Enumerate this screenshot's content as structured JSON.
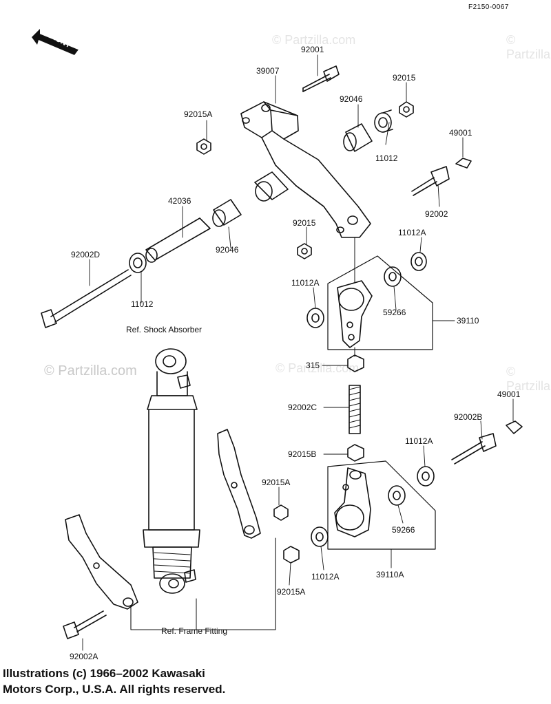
{
  "diagram": {
    "code": "F2150-0067",
    "front_label": "FRONT",
    "watermark_main": "© Partzilla.com",
    "watermark_faint": "© Partzilla.com",
    "copyright_line1": "Illustrations (c) 1966–2002 Kawasaki",
    "copyright_line2": "Motors Corp., U.S.A.  All rights reserved.",
    "refs": {
      "shock": "Ref. Shock Absorber",
      "frame": "Ref. Frame Fitting"
    },
    "labels": {
      "p92001": "92001",
      "p39007": "39007",
      "p92015_top": "92015",
      "p92015A_top": "92015A",
      "p92046_top": "92046",
      "p11012_top": "11012",
      "p49001_top": "49001",
      "p92002": "92002",
      "p42036": "42036",
      "p92015_mid": "92015",
      "p11012A_r": "11012A",
      "p92002D": "92002D",
      "p92046_mid": "92046",
      "p11012_left": "11012",
      "p11012A_l": "11012A",
      "p59266_top": "59266",
      "p39110": "39110",
      "p315": "315",
      "p92002C": "92002C",
      "p49001_low": "49001",
      "p92002B": "92002B",
      "p11012A_low": "11012A",
      "p92015B": "92015B",
      "p92015A_mid": "92015A",
      "p59266_low": "59266",
      "p11012A_bot": "11012A",
      "p39110A": "39110A",
      "p92015A_bot": "92015A",
      "p92002A": "92002A"
    }
  }
}
